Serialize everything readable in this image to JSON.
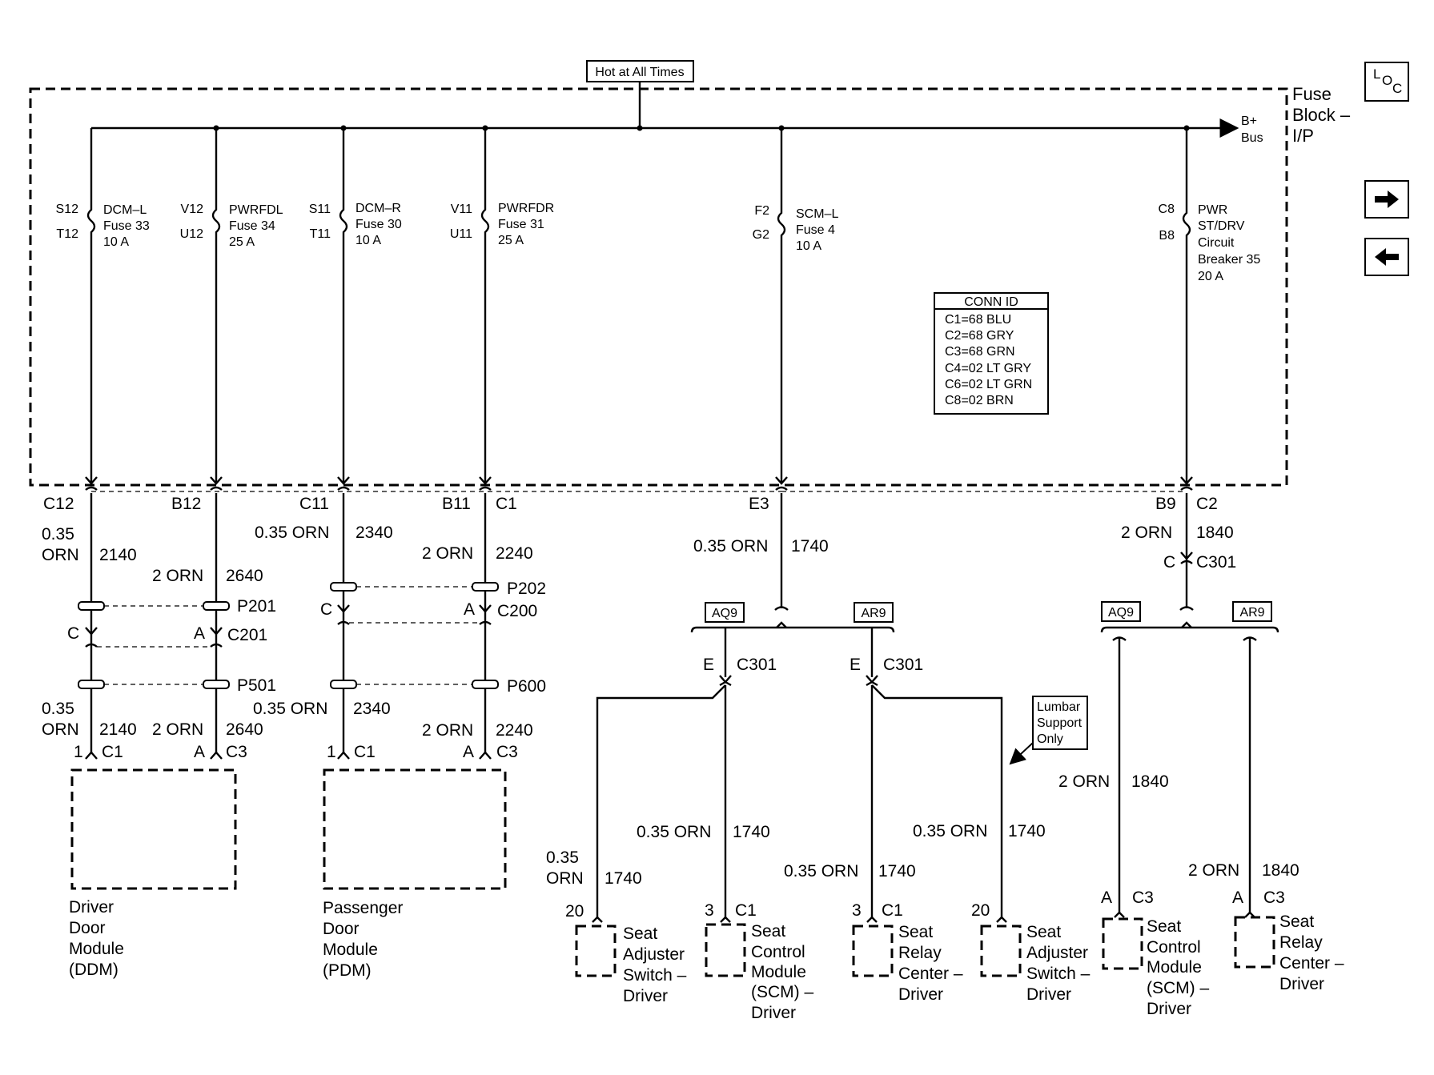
{
  "power": {
    "label": "Hot at All Times"
  },
  "fuse_block": {
    "name_lines": [
      "Fuse",
      "Block –",
      "I/P"
    ],
    "bus_lines": [
      "B+",
      "Bus"
    ]
  },
  "nav": {
    "loc_letters": [
      "L",
      "O",
      "C"
    ],
    "next_icon": "right-arrow-icon",
    "prev_icon": "left-arrow-icon"
  },
  "conn_id": {
    "title": "CONN ID",
    "rows": [
      "C1=68 BLU",
      "C2=68 GRY",
      "C3=68 GRN",
      "C4=02 LT GRY",
      "C6=02 LT GRN",
      "C8=02 BRN"
    ]
  },
  "fuses": [
    {
      "pin_top": "S12",
      "pin_bottom": "T12",
      "desc": [
        "DCM–L",
        "Fuse 33",
        "10 A"
      ]
    },
    {
      "pin_top": "V12",
      "pin_bottom": "U12",
      "desc": [
        "PWRFDL",
        "Fuse 34",
        "25 A"
      ]
    },
    {
      "pin_top": "S11",
      "pin_bottom": "T11",
      "desc": [
        "DCM–R",
        "Fuse 30",
        "10 A"
      ]
    },
    {
      "pin_top": "V11",
      "pin_bottom": "U11",
      "desc": [
        "PWRFDR",
        "Fuse 31",
        "25 A"
      ]
    },
    {
      "pin_top": "F2",
      "pin_bottom": "G2",
      "desc": [
        "SCM–L",
        "Fuse 4",
        "10 A"
      ]
    },
    {
      "pin_top": "C8",
      "pin_bottom": "B8",
      "desc": [
        "PWR",
        "ST/DRV",
        "Circuit",
        "Breaker 35",
        "20 A"
      ]
    }
  ],
  "outputs": {
    "c12": "C12",
    "b12": "B12",
    "c11": "C11",
    "b11": "B11",
    "c1": "C1",
    "e3": "E3",
    "b9": "B9",
    "c2": "C2"
  },
  "wire_labels": {
    "size_035": "0.35",
    "orn": "ORN",
    "size_035_orn": "0.35 ORN",
    "size_2_orn": "2 ORN",
    "ckt_2140": "2140",
    "ckt_2640": "2640",
    "ckt_2340": "2340",
    "ckt_2240": "2240",
    "ckt_1740": "1740",
    "ckt_1840": "1840"
  },
  "inline_connectors": {
    "p201": "P201",
    "c201": "C201",
    "p501": "P501",
    "p202": "P202",
    "c200": "C200",
    "p600": "P600",
    "c301": "C301",
    "pin_c": "C",
    "pin_a": "A",
    "pin_e": "E"
  },
  "options": {
    "aq9": "AQ9",
    "ar9": "AR9"
  },
  "note": {
    "lines": [
      "Lumbar",
      "Support",
      "Only"
    ]
  },
  "components": {
    "ddm": {
      "lines": [
        "Driver",
        "Door",
        "Module",
        "(DDM)"
      ],
      "pin": "1",
      "pin2": "A",
      "conn": "C1",
      "conn2": "C3"
    },
    "pdm": {
      "lines": [
        "Passenger",
        "Door",
        "Module",
        "(PDM)"
      ],
      "pin": "1",
      "pin2": "A",
      "conn": "C1",
      "conn2": "C3"
    },
    "seat_adj_1": {
      "lines": [
        "Seat",
        "Adjuster",
        "Switch –",
        "Driver"
      ],
      "pin": "20"
    },
    "scm_1": {
      "lines": [
        "Seat",
        "Control",
        "Module",
        "(SCM) –",
        "Driver"
      ],
      "pin": "3",
      "conn": "C1"
    },
    "relay_1": {
      "lines": [
        "Seat",
        "Relay",
        "Center –",
        "Driver"
      ],
      "pin": "3",
      "conn": "C1"
    },
    "seat_adj_2": {
      "lines": [
        "Seat",
        "Adjuster",
        "Switch –",
        "Driver"
      ],
      "pin": "20"
    },
    "scm_2": {
      "lines": [
        "Seat",
        "Control",
        "Module",
        "(SCM) –",
        "Driver"
      ],
      "pin": "A",
      "conn": "C3"
    },
    "relay_2": {
      "lines": [
        "Seat",
        "Relay",
        "Center –",
        "Driver"
      ],
      "pin": "A",
      "conn": "C3"
    }
  }
}
